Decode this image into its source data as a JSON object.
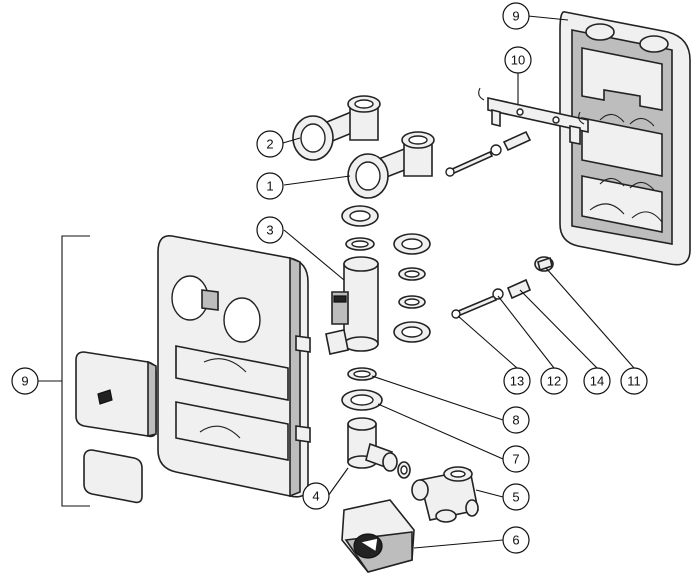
{
  "callouts": [
    {
      "id": "c1",
      "label": "1"
    },
    {
      "id": "c2",
      "label": "2"
    },
    {
      "id": "c3",
      "label": "3"
    },
    {
      "id": "c4",
      "label": "4"
    },
    {
      "id": "c5",
      "label": "5"
    },
    {
      "id": "c6",
      "label": "6"
    },
    {
      "id": "c7",
      "label": "7"
    },
    {
      "id": "c8",
      "label": "8"
    },
    {
      "id": "c9a",
      "label": "9"
    },
    {
      "id": "c9b",
      "label": "9"
    },
    {
      "id": "c10",
      "label": "10"
    },
    {
      "id": "c11",
      "label": "11"
    },
    {
      "id": "c12",
      "label": "12"
    },
    {
      "id": "c13",
      "label": "13"
    },
    {
      "id": "c14",
      "label": "14"
    }
  ],
  "colors": {
    "line": "#222222",
    "fill_light": "#f0f0f0",
    "fill_mid": "#bdbdbd",
    "fill_dark": "#222222",
    "background": "#ffffff"
  }
}
